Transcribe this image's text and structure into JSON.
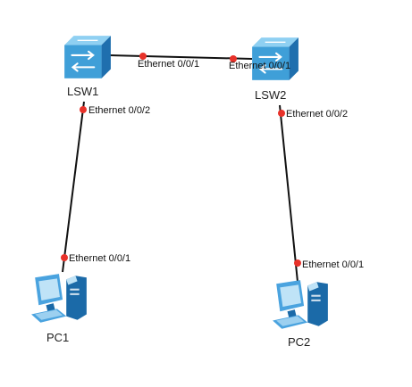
{
  "topology": {
    "nodes": [
      {
        "id": "LSW1",
        "label": "LSW1",
        "kind": "switch",
        "icon": "switch-icon"
      },
      {
        "id": "LSW2",
        "label": "LSW2",
        "kind": "switch",
        "icon": "switch-icon"
      },
      {
        "id": "PC1",
        "label": "PC1",
        "kind": "pc",
        "icon": "pc-icon"
      },
      {
        "id": "PC2",
        "label": "PC2",
        "kind": "pc",
        "icon": "pc-icon"
      }
    ],
    "links": [
      {
        "id": "lsw1-lsw2",
        "from": "LSW1",
        "to": "LSW2",
        "from_port": "Ethernet 0/0/1",
        "to_port": "Ethernet 0/0/1"
      },
      {
        "id": "lsw1-pc1",
        "from": "LSW1",
        "to": "PC1",
        "from_port": "Ethernet 0/0/2",
        "to_port": "Ethernet 0/0/1"
      },
      {
        "id": "lsw2-pc2",
        "from": "LSW2",
        "to": "PC2",
        "from_port": "Ethernet 0/0/2",
        "to_port": "Ethernet 0/0/1"
      }
    ]
  },
  "colors": {
    "link": "#111111",
    "port_dot": "#e8322a",
    "switch_face": "#3f9fd8",
    "switch_top": "#8fd0f2",
    "switch_side": "#1f6fae",
    "pc_body": "#4aa3df",
    "pc_light": "#bfe3f7",
    "pc_dark": "#1b6aa8"
  }
}
